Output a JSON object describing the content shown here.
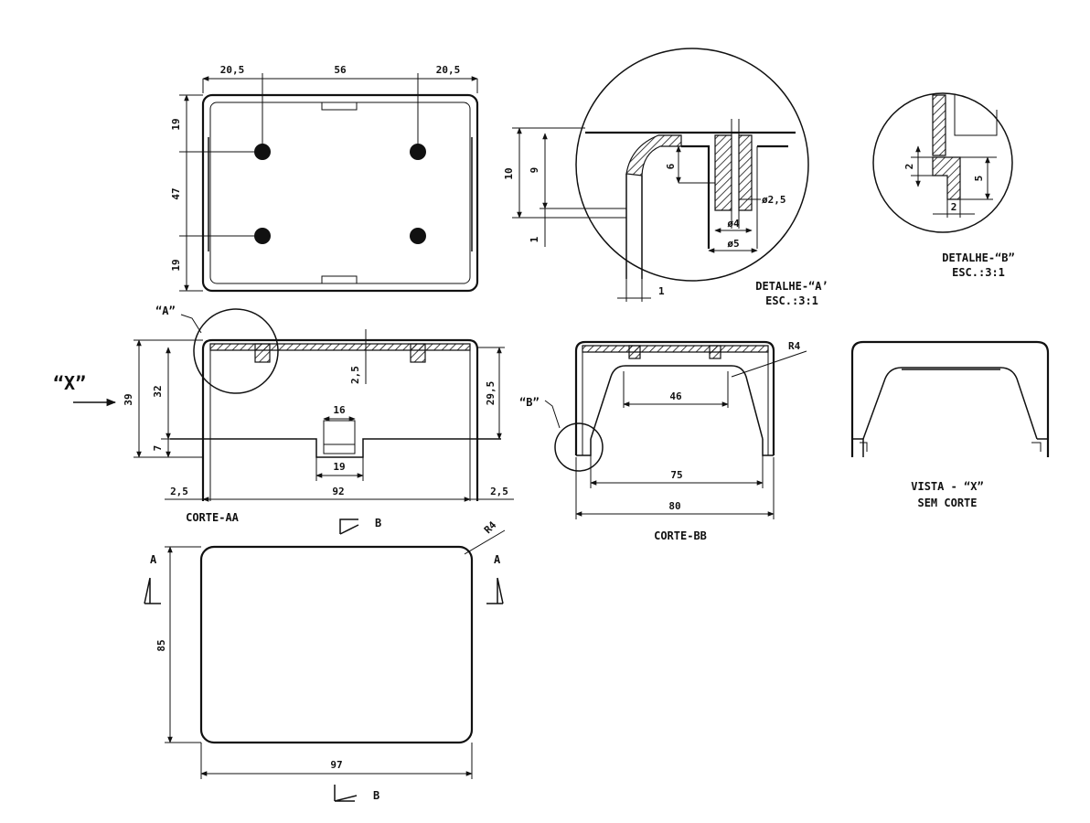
{
  "top_view": {
    "dims": {
      "d_left": "20,5",
      "d_mid": "56",
      "d_right": "20,5",
      "d_top": "19",
      "d_center": "47",
      "d_bottom": "19"
    }
  },
  "detail_a": {
    "title": "DETALHE-“A’",
    "scale": "ESC.:3:1",
    "dims": {
      "d10": "10",
      "d9": "9",
      "d1": "1",
      "d6": "6",
      "d_phi25": "ø2,5",
      "d_phi4": "ø4",
      "d_phi5": "ø5",
      "d_bottom1": "1"
    }
  },
  "detail_b": {
    "title": "DETALHE-“B”",
    "scale": "ESC.:3:1",
    "dims": {
      "d2_left": "2",
      "d5": "5",
      "d2_bottom": "2"
    }
  },
  "section_aa": {
    "title": "CORTE-AA",
    "marker_a": "“A”",
    "view_x": "“X”",
    "dims": {
      "d39": "39",
      "d32": "32",
      "d7": "7",
      "d25_mid": "2,5",
      "d295": "29,5",
      "d16": "16",
      "d19": "19",
      "d25_left": "2,5",
      "d92": "92",
      "d25_right": "2,5"
    }
  },
  "section_bb": {
    "title": "CORTE-BB",
    "marker_b": "“B”",
    "dims": {
      "r4": "R4",
      "d46": "46",
      "d75": "75",
      "d80": "80"
    }
  },
  "view_x": {
    "title_line1": "VISTA - “X”",
    "title_line2": "SEM CORTE"
  },
  "bottom_view": {
    "dims": {
      "r4": "R4",
      "d85": "85",
      "d97": "97"
    },
    "section_letters": {
      "a_left": "A",
      "a_right": "A",
      "b_top": "B",
      "b_bottom": "B"
    }
  }
}
